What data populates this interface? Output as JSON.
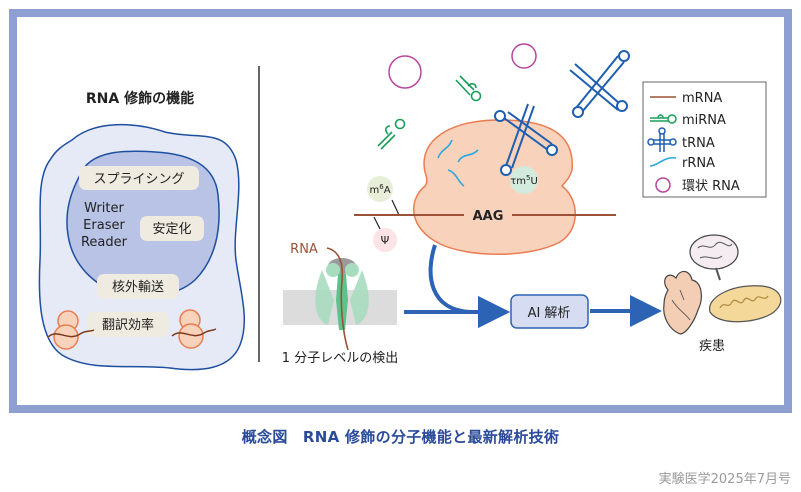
{
  "left_panel": {
    "title": "RNA 修飾の機能",
    "functions": [
      "スプライシング",
      "安定化",
      "核外輸送",
      "翻訳効率"
    ],
    "enzymes": [
      "Writer",
      "Eraser",
      "Reader"
    ]
  },
  "right_panel": {
    "modifications": {
      "m6a": "m6A",
      "psi": "Ψ",
      "tm5u": "τm5U"
    },
    "codon": "AAG",
    "rna_label": "RNA",
    "detection_label": "1 分子レベルの検出",
    "ai_box_label": "AI 解析",
    "disease_label": "疾患"
  },
  "legend": {
    "items": [
      {
        "label": "mRNA",
        "icon": "mrna-line-icon",
        "color": "#9b5236"
      },
      {
        "label": "miRNA",
        "icon": "mirna-hairpin-icon",
        "color": "#18a05a"
      },
      {
        "label": "tRNA",
        "icon": "trna-cloverleaf-icon",
        "color": "#1f5fb0"
      },
      {
        "label": "rRNA",
        "icon": "rrna-wave-icon",
        "color": "#29a8e0"
      },
      {
        "label": "環状 RNA",
        "icon": "circrna-circle-icon",
        "color": "#b8469e"
      }
    ]
  },
  "colors": {
    "frame": "#8e9fd1",
    "outer_cell": "#e6eaf7",
    "nucleus": "#b8c3e6",
    "membrane": "#1f4fa0",
    "label_box": "#efebe0",
    "ribosome": "#f9d2bc",
    "ribosome_stroke": "#ea7d52",
    "arrow": "#2c63b4",
    "caption": "#2a4a9a"
  },
  "caption": "概念図　RNA 修飾の分子機能と最新解析技術",
  "source": "実験医学2025年7月号"
}
